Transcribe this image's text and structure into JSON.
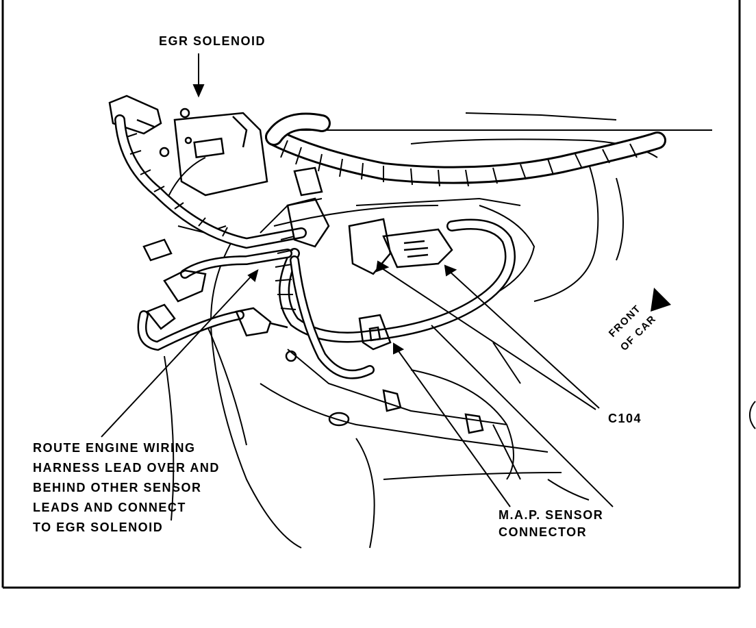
{
  "diagram": {
    "callouts": {
      "egr_solenoid": "EGR SOLENOID",
      "c104": "C104",
      "map_sensor": [
        "M.A.P. SENSOR",
        "CONNECTOR"
      ],
      "route_note": [
        "ROUTE ENGINE WIRING",
        "HARNESS LEAD OVER AND",
        "BEHIND OTHER SENSOR",
        "LEADS AND CONNECT",
        "TO EGR SOLENOID"
      ],
      "front_of_car": [
        "FRONT",
        "OF CAR"
      ]
    },
    "colors": {
      "ink": "#000000",
      "paper": "#ffffff"
    }
  }
}
